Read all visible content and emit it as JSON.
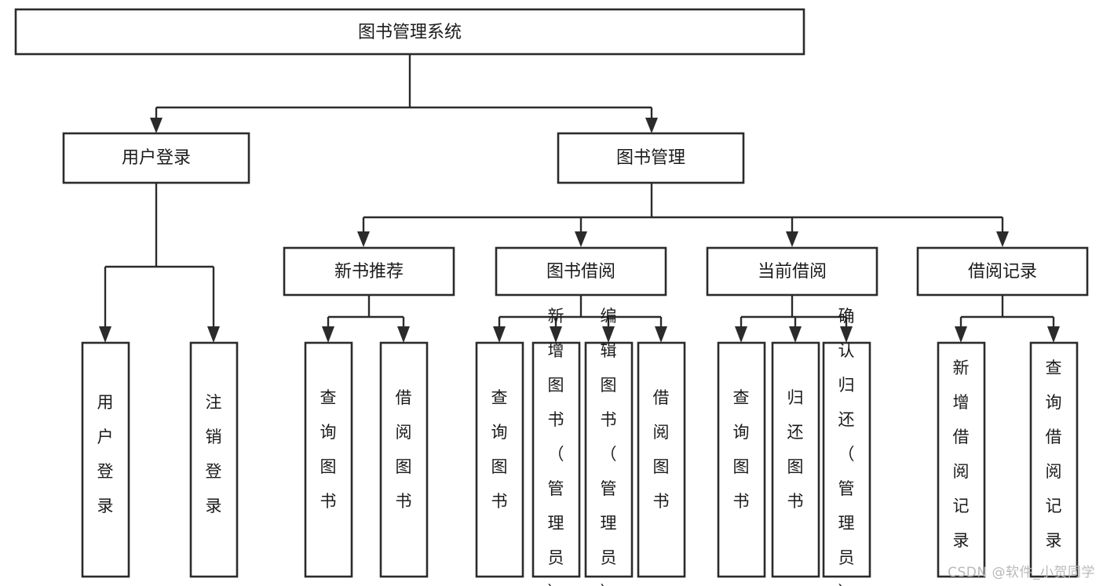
{
  "diagram": {
    "title": "图书管理系统",
    "type": "tree-hierarchy-diagram",
    "orientation": "top-down",
    "colors": {
      "box_stroke": "#2b2b2b",
      "box_fill": "#ffffff",
      "edge": "#2b2b2b",
      "text": "#1b1b1b",
      "background": "#ffffff",
      "watermark": "#b9b9b9"
    },
    "root": {
      "label": "图书管理系统"
    },
    "level2": [
      {
        "label": "用户登录"
      },
      {
        "label": "图书管理"
      }
    ],
    "level3": [
      {
        "label": "新书推荐"
      },
      {
        "label": "图书借阅"
      },
      {
        "label": "当前借阅"
      },
      {
        "label": "借阅记录"
      }
    ],
    "leaves": {
      "user_login": [
        {
          "label": "用户登录"
        },
        {
          "label": "注销登录"
        }
      ],
      "new_book_recommend": [
        {
          "label": "查询图书"
        },
        {
          "label": "借阅图书"
        }
      ],
      "book_borrow": [
        {
          "label": "查询图书"
        },
        {
          "label": "新增图书（管理员）"
        },
        {
          "label": "编辑图书（管理员）"
        },
        {
          "label": "借阅图书"
        }
      ],
      "current_borrow": [
        {
          "label": "查询图书"
        },
        {
          "label": "归还图书"
        },
        {
          "label": "确认归还（管理员）"
        }
      ],
      "borrow_record": [
        {
          "label": "新增借阅记录"
        },
        {
          "label": "查询借阅记录"
        }
      ]
    }
  },
  "watermark": {
    "text": "CSDN @软件_小贺同学"
  }
}
